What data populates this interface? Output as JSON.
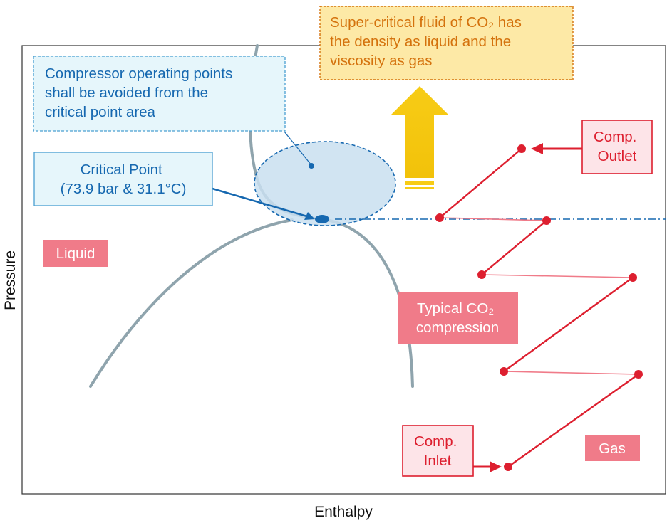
{
  "axes": {
    "xlabel": "Enthalpy",
    "ylabel": "Pressure"
  },
  "regions": {
    "liquid": "Liquid",
    "gas": "Gas"
  },
  "callouts": {
    "supercritical": {
      "lines": [
        "Super-critical fluid of CO₂ has",
        "the density as liquid and the",
        "viscosity as gas"
      ]
    },
    "avoid": {
      "lines": [
        "Compressor operating points",
        "shall be avoided from the",
        "critical point area"
      ]
    },
    "critical_point": {
      "lines": [
        "Critical Point",
        "(73.9 bar & 31.1°C)"
      ]
    },
    "typical": {
      "lines": [
        "Typical CO₂",
        "compression"
      ]
    },
    "comp_outlet": {
      "lines": [
        "Comp.",
        "Outlet"
      ]
    },
    "comp_inlet": {
      "lines": [
        "Comp.",
        "Inlet"
      ]
    }
  },
  "colors": {
    "saturation_curve": "#8fa4ad",
    "blue_text": "#1668b0",
    "blue_fill": "#e6f6fb",
    "ellipse_fill": "#c9dff0",
    "orange_text": "#d4720d",
    "orange_fill": "#fde9a6",
    "arrow_yellow": "#f7cc16",
    "red": "#dd1f2f",
    "pink": "#f07b89",
    "pink_light": "#fde4e8"
  }
}
